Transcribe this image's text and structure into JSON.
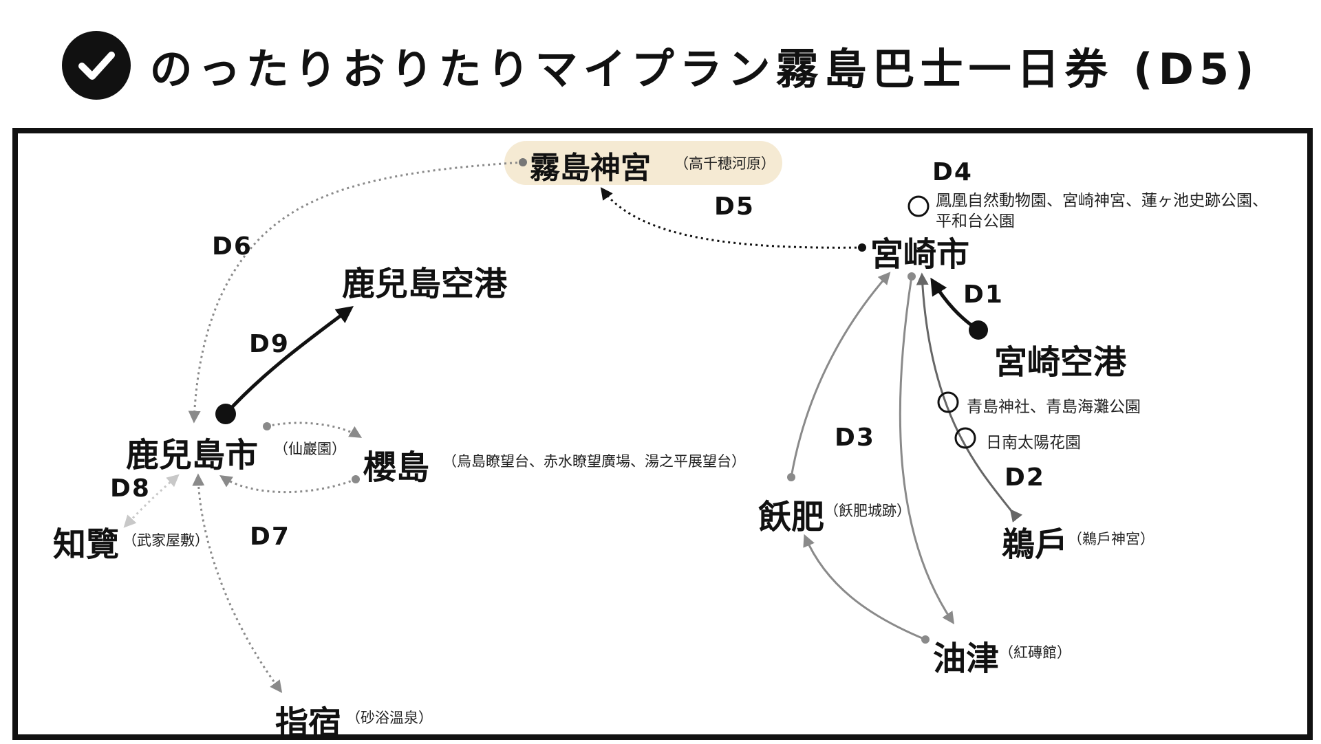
{
  "title": "のったりおりたりマイプラン霧島巴士一日券 (D5)",
  "icons": {
    "title_icon": "check-circle-icon"
  },
  "places": {
    "kirishima_jingu": {
      "name": "霧島神宮",
      "note": "（高千穂河原）"
    },
    "kagoshima_airport": {
      "name": "鹿兒島空港"
    },
    "kagoshima_city": {
      "name": "鹿兒島市",
      "note": "（仙巖園）"
    },
    "sakurajima": {
      "name": "櫻島",
      "note": "（烏島瞭望台、赤水瞭望廣場、湯之平展望台）"
    },
    "chiran": {
      "name": "知覽",
      "note": "（武家屋敷）"
    },
    "ibusuki": {
      "name": "指宿",
      "note": "（砂浴溫泉）"
    },
    "miyazaki_city": {
      "name": "宮崎市"
    },
    "miyazaki_airport": {
      "name": "宮崎空港"
    },
    "obi": {
      "name": "飫肥",
      "note": "（飫肥城跡）"
    },
    "udo": {
      "name": "鵜戶",
      "note": "（鵜戶神宮）"
    },
    "aburatsu": {
      "name": "油津",
      "note": "（紅磚館）"
    }
  },
  "stops": {
    "d4_line1": "鳳凰自然動物園、宮崎神宮、蓮ヶ池史跡公園、",
    "d4_line2": "平和台公園",
    "aoshima": "青島神社、青島海灘公園",
    "nichinan": "日南太陽花園"
  },
  "days": {
    "d1": "D1",
    "d2": "D2",
    "d3": "D3",
    "d4": "D4",
    "d5": "D5",
    "d6": "D6",
    "d7": "D7",
    "d8": "D8",
    "d9": "D9"
  },
  "colors": {
    "highlight": "#f5ead3",
    "dark": "#111111",
    "gray": "#8a8a8a",
    "light_gray": "#c8c8c8"
  }
}
